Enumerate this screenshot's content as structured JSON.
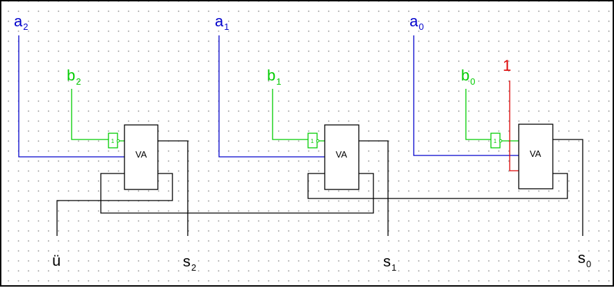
{
  "colors": {
    "a_wire": "#0000cc",
    "b_wire": "#00cc00",
    "carry_in_wire": "#dd0000",
    "wire": "#000000"
  },
  "adder_label": "VA",
  "inverter_symbol": "1",
  "a_inputs": [
    {
      "main": "a",
      "sub": "2"
    },
    {
      "main": "a",
      "sub": "1"
    },
    {
      "main": "a",
      "sub": "0"
    }
  ],
  "b_inputs": [
    {
      "main": "b",
      "sub": "2"
    },
    {
      "main": "b",
      "sub": "1"
    },
    {
      "main": "b",
      "sub": "0"
    }
  ],
  "carry_in": "1",
  "carry_out": "ü",
  "sum_outputs": [
    {
      "main": "s",
      "sub": "2"
    },
    {
      "main": "s",
      "sub": "1"
    },
    {
      "main": "s",
      "sub": "0"
    }
  ]
}
